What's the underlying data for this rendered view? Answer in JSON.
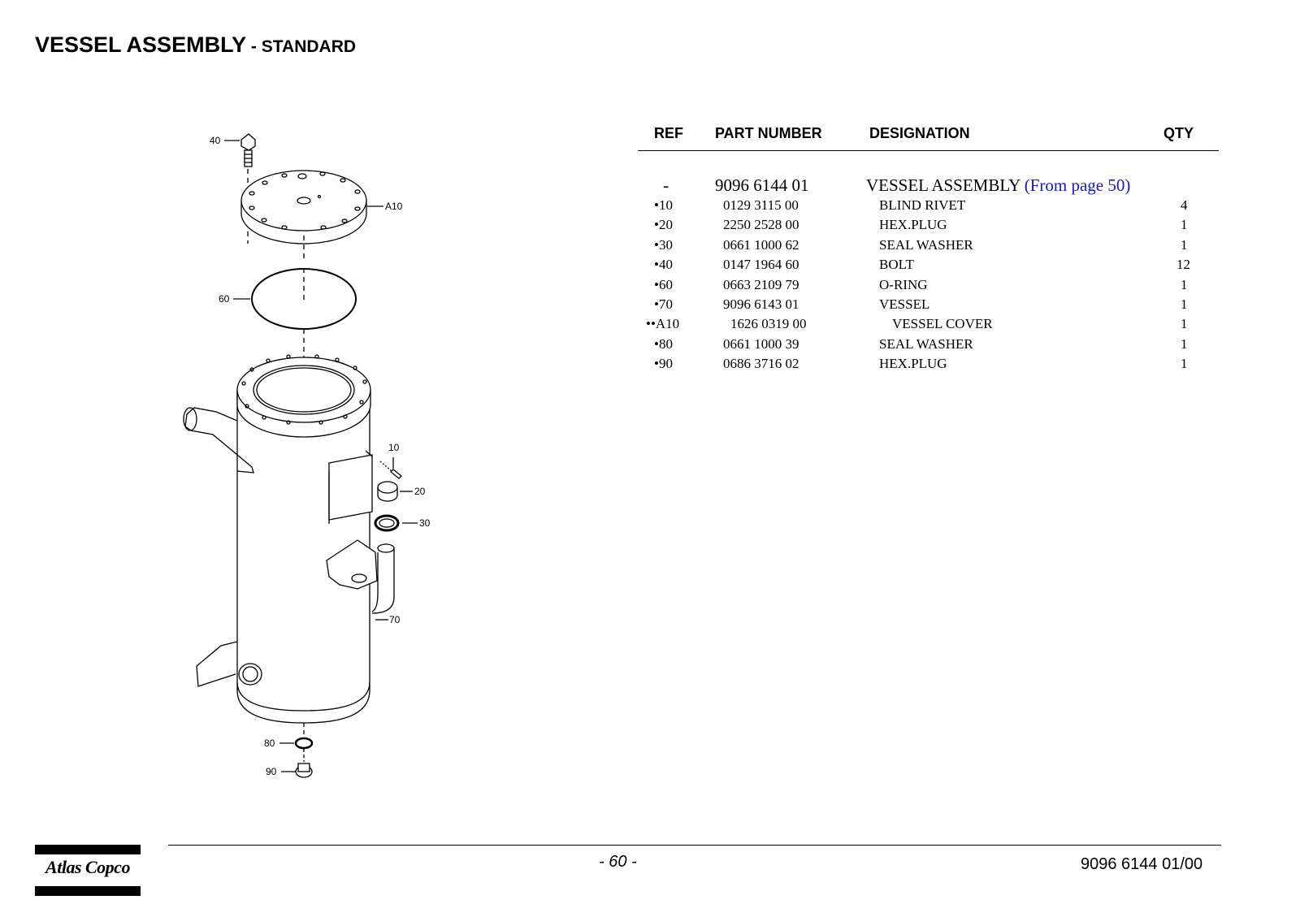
{
  "page": {
    "title_main": "VESSEL ASSEMBLY",
    "title_sub": " - STANDARD"
  },
  "drawing": {
    "callouts": [
      "40",
      "A10",
      "60",
      "10",
      "20",
      "30",
      "70",
      "80",
      "90"
    ]
  },
  "table": {
    "headers": {
      "ref": "REF",
      "part_number": "PART NUMBER",
      "designation": "DESIGNATION",
      "qty": "QTY"
    },
    "assembly": {
      "ref": "-",
      "part_number": "9096 6144 01",
      "designation": "VESSEL ASSEMBLY",
      "link": "(From page 50)"
    },
    "rows": [
      {
        "ref": "•10",
        "part_number": "0129 3115 00",
        "designation": "BLIND RIVET",
        "qty": "4"
      },
      {
        "ref": "•20",
        "part_number": "2250 2528 00",
        "designation": "HEX.PLUG",
        "qty": "1"
      },
      {
        "ref": "•30",
        "part_number": "0661 1000 62",
        "designation": "SEAL WASHER",
        "qty": "1"
      },
      {
        "ref": "•40",
        "part_number": "0147 1964 60",
        "designation": "BOLT",
        "qty": "12"
      },
      {
        "ref": "•60",
        "part_number": "0663 2109 79",
        "designation": "O-RING",
        "qty": "1"
      },
      {
        "ref": "•70",
        "part_number": "9096 6143 01",
        "designation": "VESSEL",
        "qty": "1"
      },
      {
        "ref": "••A10",
        "part_number": "1626 0319 00",
        "designation": "VESSEL COVER",
        "qty": "1"
      },
      {
        "ref": "•80",
        "part_number": "0661 1000 39",
        "designation": "SEAL WASHER",
        "qty": "1"
      },
      {
        "ref": "•90",
        "part_number": "0686 3716 02",
        "designation": "HEX.PLUG",
        "qty": "1"
      }
    ]
  },
  "footer": {
    "page_number": "- 60 -",
    "document_number": "9096 6144 01/00",
    "logo_text": "Atlas Copco"
  }
}
